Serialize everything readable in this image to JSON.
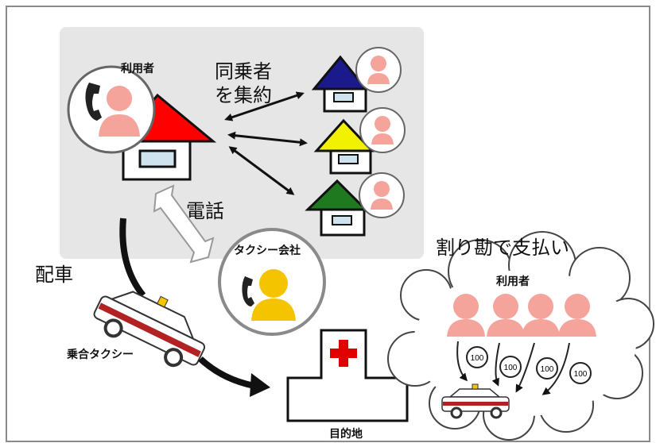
{
  "labels": {
    "user_main": "利用者",
    "aggregate_line1": "同乗者",
    "aggregate_line2": "を集約",
    "phone": "電話",
    "taxi_company": "タクシー会社",
    "dispatch": "配車",
    "shared_taxi": "乗合タクシー",
    "split_payment": "割り勘で支払い",
    "user_group": "利用者",
    "destination": "目的地"
  },
  "coins": [
    "100",
    "100",
    "100",
    "100"
  ],
  "colors": {
    "panel_bg": "#e6e6e6",
    "person": "#f4a49a",
    "operator": "#f5c400",
    "roof_main": "#ff0000",
    "roof_blue": "#1a1a8c",
    "roof_yellow": "#f2f200",
    "roof_green": "#1f7a1f",
    "cross": "#e00000",
    "taxi_check": "#b22222"
  }
}
